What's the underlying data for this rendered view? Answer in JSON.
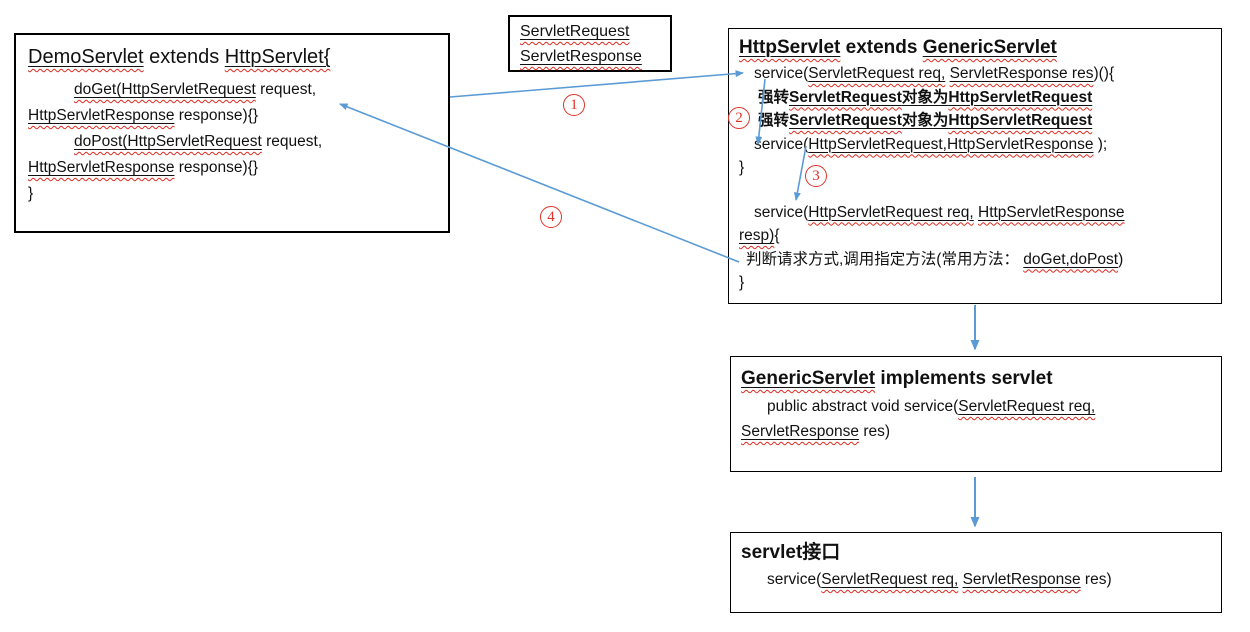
{
  "colors": {
    "arrow_blue": "#5B9BD5",
    "label_red": "#e23328",
    "squiggle_red": "#e02b20",
    "border_black": "#000000"
  },
  "boxes": {
    "demo": {
      "title": [
        {
          "t": "DemoServlet",
          "u": 1,
          "s": 1
        },
        {
          "t": "  extends "
        },
        {
          "t": "HttpServlet{",
          "u": 1,
          "s": 1
        }
      ],
      "lines": [
        [
          {
            "t": "doGet(HttpServletRequest",
            "u": 1,
            "s": 1
          },
          {
            "t": " request,"
          }
        ],
        [
          {
            "t": "HttpServletResponse",
            "u": 1,
            "s": 1
          },
          {
            "t": " response){}"
          }
        ],
        [
          {
            "t": "doPost(HttpServletRequest",
            "u": 1,
            "s": 1
          },
          {
            "t": " request,"
          }
        ],
        [
          {
            "t": "HttpServletResponse",
            "u": 1,
            "s": 1
          },
          {
            "t": " response){}"
          }
        ],
        [
          {
            "t": "}"
          }
        ]
      ]
    },
    "reqres": {
      "lines": [
        [
          {
            "t": "ServletRequest",
            "u": 1,
            "s": 1
          }
        ],
        [
          {
            "t": "ServletResponse",
            "u": 1,
            "s": 1
          }
        ]
      ]
    },
    "http": {
      "title": [
        {
          "t": "HttpServlet",
          "b": 1,
          "u": 1,
          "s": 1
        },
        {
          "t": " extends ",
          "b": 1
        },
        {
          "t": "GenericServlet",
          "b": 1,
          "u": 1,
          "s": 1
        }
      ],
      "lines": [
        [
          {
            "t": "service("
          },
          {
            "t": "ServletRequest req,",
            "u": 1,
            "s": 1
          },
          {
            "t": " "
          },
          {
            "t": "ServletResponse res",
            "u": 1,
            "s": 1
          },
          {
            "t": ")(){"
          }
        ],
        [
          {
            "t": "强转",
            "b": 1
          },
          {
            "t": "ServletRequest",
            "b": 1,
            "u": 1,
            "s": 1
          },
          {
            "t": "对象为",
            "b": 1,
            "u": 1
          },
          {
            "t": "HttpServletRequest",
            "b": 1,
            "u": 1,
            "s": 1
          }
        ],
        [
          {
            "t": "强转",
            "b": 1
          },
          {
            "t": "ServletRequest",
            "b": 1,
            "u": 1,
            "s": 1
          },
          {
            "t": "对象为",
            "b": 1,
            "u": 1
          },
          {
            "t": "HttpServletRequest",
            "b": 1,
            "u": 1,
            "s": 1
          }
        ],
        [
          {
            "t": "service("
          },
          {
            "t": "HttpServletRequest,HttpServletResponse",
            "u": 1,
            "s": 1
          },
          {
            "t": " );"
          }
        ],
        [
          {
            "t": "}"
          }
        ],
        [
          {
            "t": "service("
          },
          {
            "t": "HttpServletRequest req,",
            "u": 1,
            "s": 1
          },
          {
            "t": " "
          },
          {
            "t": "HttpServletResponse",
            "u": 1,
            "s": 1
          }
        ],
        [
          {
            "t": "resp)",
            "u": 1,
            "s": 1
          },
          {
            "t": "{"
          }
        ],
        [
          {
            "t": "判断请求方式,调用指定方法(常用方法： "
          },
          {
            "t": "doGet,doPost",
            "u": 1,
            "s": 1
          },
          {
            "t": ")"
          }
        ],
        [
          {
            "t": "}"
          }
        ]
      ]
    },
    "generic": {
      "title": [
        {
          "t": "GenericServlet",
          "b": 1,
          "u": 1,
          "s": 1
        },
        {
          "t": "  implements  servlet",
          "b": 1
        }
      ],
      "lines": [
        [
          {
            "t": "public abstract void service("
          },
          {
            "t": "ServletRequest req,",
            "u": 1,
            "s": 1
          }
        ],
        [
          {
            "t": "ServletResponse",
            "u": 1,
            "s": 1
          },
          {
            "t": " res)"
          }
        ]
      ]
    },
    "iface": {
      "title": [
        {
          "t": "servlet接口",
          "b": 1
        }
      ],
      "lines": [
        [
          {
            "t": "service("
          },
          {
            "t": "ServletRequest req,",
            "u": 1,
            "s": 1
          },
          {
            "t": " "
          },
          {
            "t": "ServletResponse",
            "u": 1,
            "s": 1
          },
          {
            "t": " res)"
          }
        ]
      ]
    }
  },
  "arrow_labels": {
    "n1": "1",
    "n2": "2",
    "n3": "3",
    "n4": "4"
  }
}
